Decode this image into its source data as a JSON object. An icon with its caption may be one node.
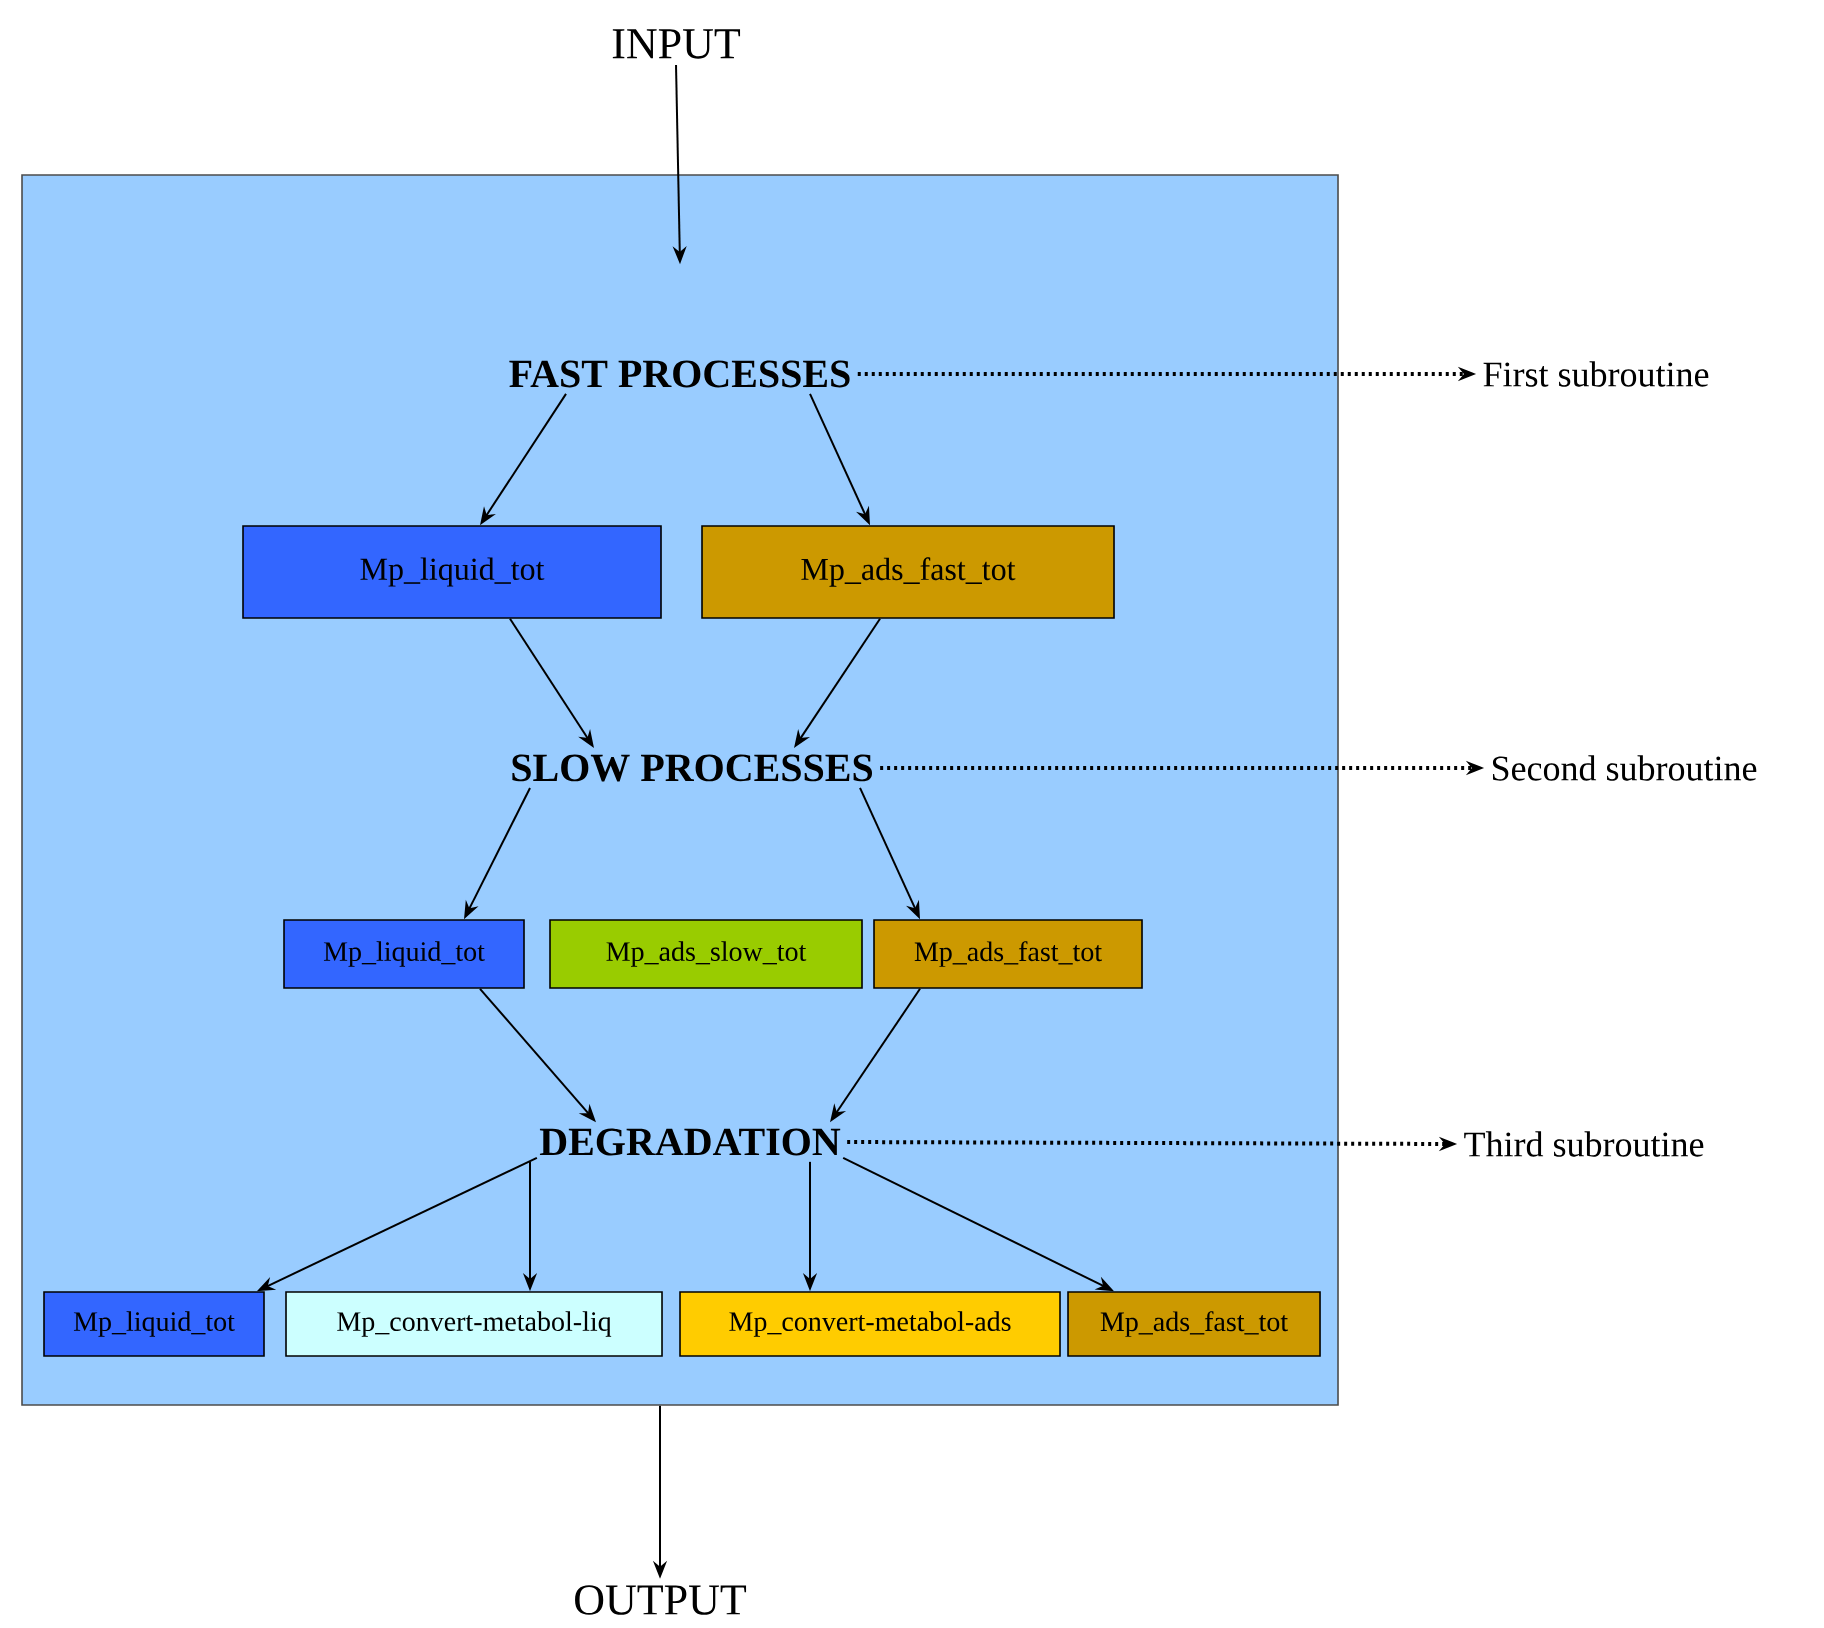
{
  "diagram": {
    "nodes": [
      {
        "text": [
          "INPUT"
        ]
      },
      {
        "text": [],
        "shape": "box"
      },
      {
        "text": [
          "FAST PROCESSES"
        ],
        "in": 1
      },
      {
        "text": [
          "First subroutine"
        ]
      },
      {
        "text": [
          "Mp_liquid_tot"
        ],
        "in": 1
      },
      {
        "text": [
          "Mp_ads_fast_tot"
        ],
        "in": 1
      },
      {
        "text": [
          "SLOW PROCESSES"
        ],
        "in": 1
      },
      {
        "text": [
          "Second subroutine"
        ]
      },
      {
        "text": [
          "Mp_liquid_tot"
        ],
        "in": 1
      },
      {
        "text": [
          "Mp_ads_slow_tot"
        ],
        "in": 1
      },
      {
        "text": [
          "Mp_ads_fast_tot"
        ],
        "in": 1
      },
      {
        "text": [
          "DEGRADATION"
        ],
        "in": 1
      },
      {
        "text": [
          "Third subroutine"
        ]
      },
      {
        "text": [
          "Mp_liquid_tot"
        ],
        "in": 1
      },
      {
        "text": [
          "Mp_convert-metabol-liq"
        ],
        "in": 1
      },
      {
        "text": [
          "Mp_convert-metabol-ads"
        ],
        "in": 1
      },
      {
        "text": [
          "Mp_ads_fast_tot"
        ],
        "in": 1
      },
      {
        "text": [
          "OUTPUT"
        ]
      }
    ],
    "edges": [
      {
        "from": 0,
        "to": 2,
        "arrow": "to"
      },
      {
        "from": 2,
        "to": 3,
        "arrow": "to",
        "style": "dashed"
      },
      {
        "from": 2,
        "to": 4,
        "arrow": "to"
      },
      {
        "from": 2,
        "to": 5,
        "arrow": "to"
      },
      {
        "from": 4,
        "to": 6,
        "arrow": "to"
      },
      {
        "from": 5,
        "to": 6,
        "arrow": "to"
      },
      {
        "from": 6,
        "to": 7,
        "arrow": "to",
        "style": "dashed"
      },
      {
        "from": 6,
        "to": 8,
        "arrow": "to"
      },
      {
        "from": 6,
        "to": 10,
        "arrow": "to"
      },
      {
        "from": 8,
        "to": 11,
        "arrow": "to"
      },
      {
        "from": 10,
        "to": 11,
        "arrow": "to"
      },
      {
        "from": 11,
        "to": 12,
        "arrow": "to",
        "style": "dashed"
      },
      {
        "from": 11,
        "to": 13,
        "arrow": "to"
      },
      {
        "from": 11,
        "to": 14,
        "arrow": "to"
      },
      {
        "from": 11,
        "to": 15,
        "arrow": "to"
      },
      {
        "from": 11,
        "to": 16,
        "arrow": "to"
      },
      {
        "from": 1,
        "to": 17,
        "arrow": "to"
      }
    ]
  }
}
